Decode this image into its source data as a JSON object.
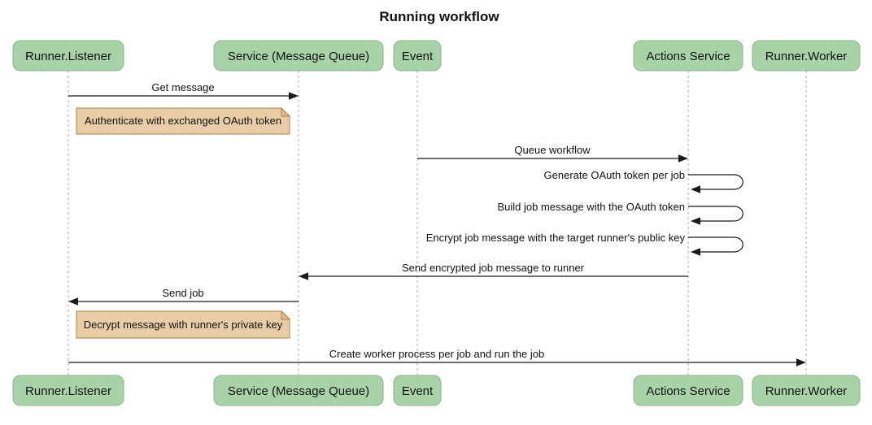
{
  "title": "Running workflow",
  "actors": [
    {
      "label": "Runner.Listener"
    },
    {
      "label": "Service (Message Queue)"
    },
    {
      "label": "Event"
    },
    {
      "label": "Actions Service"
    },
    {
      "label": "Runner.Worker"
    }
  ],
  "messages": [
    {
      "label": "Get message",
      "from": "Runner.Listener",
      "to": "Service (Message Queue)",
      "type": "arrow"
    },
    {
      "label": "Queue workflow",
      "from": "Event",
      "to": "Actions Service",
      "type": "arrow"
    },
    {
      "label": "Generate OAuth token per job",
      "from": "Actions Service",
      "to": "Actions Service",
      "type": "self"
    },
    {
      "label": "Build job message with the OAuth token",
      "from": "Actions Service",
      "to": "Actions Service",
      "type": "self"
    },
    {
      "label": "Encrypt job message with the target runner's public key",
      "from": "Actions Service",
      "to": "Actions Service",
      "type": "self"
    },
    {
      "label": "Send encrypted job message to runner",
      "from": "Actions Service",
      "to": "Service (Message Queue)",
      "type": "arrow"
    },
    {
      "label": "Send job",
      "from": "Service (Message Queue)",
      "to": "Runner.Listener",
      "type": "arrow"
    },
    {
      "label": "Create worker process per job and run the job",
      "from": "Runner.Listener",
      "to": "Runner.Worker",
      "type": "arrow"
    }
  ],
  "notes": [
    {
      "text": "Authenticate with exchanged OAuth token",
      "over": [
        "Runner.Listener",
        "Service (Message Queue)"
      ]
    },
    {
      "text": "Decrypt message with runner's private key",
      "over": [
        "Runner.Listener",
        "Service (Message Queue)"
      ]
    }
  ],
  "colors": {
    "background": "#ffffff",
    "actor_fill": "#a8d3a8",
    "actor_border": "#8cb08c",
    "note_fill": "#eacda6",
    "note_border": "#a98342",
    "note_fold": "#dfb988",
    "line": "#1a1a1a",
    "lifeline": "#adadad",
    "text": "#111111"
  }
}
